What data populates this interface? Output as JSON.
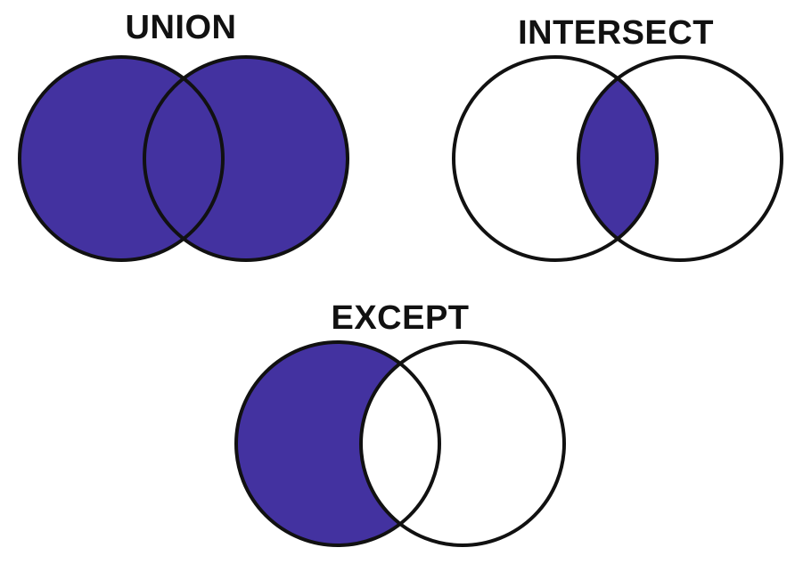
{
  "diagrams": [
    {
      "id": "union",
      "title": "UNION",
      "shaded_regions": [
        "left-only",
        "intersection",
        "right-only"
      ]
    },
    {
      "id": "intersect",
      "title": "INTERSECT",
      "shaded_regions": [
        "intersection"
      ]
    },
    {
      "id": "except",
      "title": "EXCEPT",
      "shaded_regions": [
        "left-only"
      ]
    }
  ],
  "colors": {
    "fill": "#4332a0",
    "stroke": "#111111",
    "background": "#ffffff"
  }
}
